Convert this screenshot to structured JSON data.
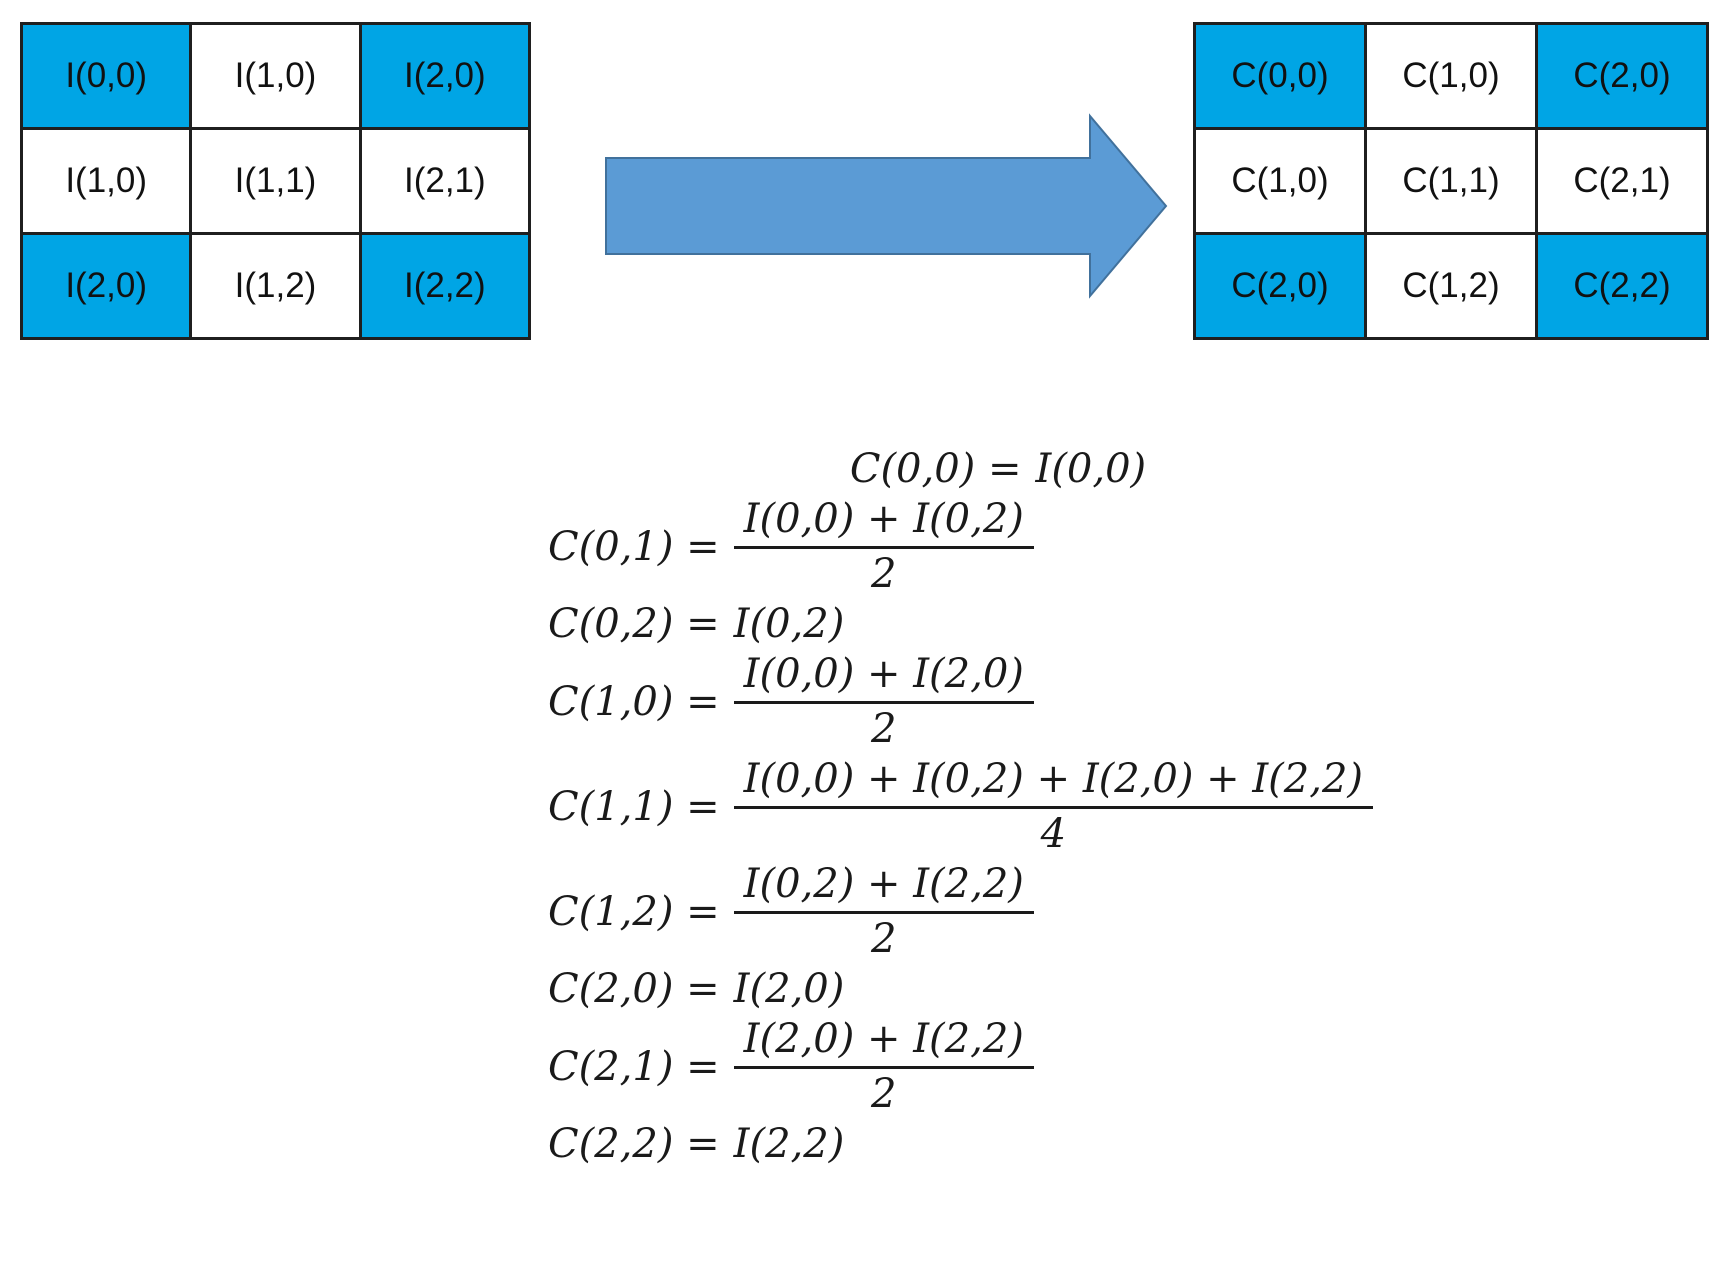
{
  "colors": {
    "highlight": "#00A5E5",
    "grid_border": "#1f1f1f",
    "text": "#1a1a1a"
  },
  "arrow": {
    "direction": "right",
    "fill": "#5B9BD5",
    "border": "#41719C"
  },
  "input_grid": {
    "cells": [
      {
        "label": "I(0,0)",
        "highlight": true
      },
      {
        "label": "I(1,0)",
        "highlight": false
      },
      {
        "label": "I(2,0)",
        "highlight": true
      },
      {
        "label": "I(1,0)",
        "highlight": false
      },
      {
        "label": "I(1,1)",
        "highlight": false
      },
      {
        "label": "I(2,1)",
        "highlight": false
      },
      {
        "label": "I(2,0)",
        "highlight": true
      },
      {
        "label": "I(1,2)",
        "highlight": false
      },
      {
        "label": "I(2,2)",
        "highlight": true
      }
    ]
  },
  "output_grid": {
    "cells": [
      {
        "label": "C(0,0)",
        "highlight": true
      },
      {
        "label": "C(1,0)",
        "highlight": false
      },
      {
        "label": "C(2,0)",
        "highlight": true
      },
      {
        "label": "C(1,0)",
        "highlight": false
      },
      {
        "label": "C(1,1)",
        "highlight": false
      },
      {
        "label": "C(2,1)",
        "highlight": false
      },
      {
        "label": "C(2,0)",
        "highlight": true
      },
      {
        "label": "C(1,2)",
        "highlight": false
      },
      {
        "label": "C(2,2)",
        "highlight": true
      }
    ]
  },
  "equations": [
    {
      "lhs": "C(0,0) =",
      "type": "simple",
      "rhs": "I(0,0)",
      "align": "center"
    },
    {
      "lhs": "C(0,1) =",
      "type": "fraction",
      "numerator": "I(0,0) + I(0,2)",
      "denominator": "2"
    },
    {
      "lhs": "C(0,2) =",
      "type": "simple",
      "rhs": "I(0,2)"
    },
    {
      "lhs": "C(1,0) =",
      "type": "fraction",
      "numerator": "I(0,0) + I(2,0)",
      "denominator": "2"
    },
    {
      "lhs": "C(1,1) =",
      "type": "fraction",
      "numerator": "I(0,0) + I(0,2) + I(2,0) + I(2,2)",
      "denominator": "4"
    },
    {
      "lhs": "C(1,2) =",
      "type": "fraction",
      "numerator": "I(0,2) + I(2,2)",
      "denominator": "2"
    },
    {
      "lhs": "C(2,0) =",
      "type": "simple",
      "rhs": "I(2,0)"
    },
    {
      "lhs": "C(2,1) =",
      "type": "fraction",
      "numerator": "I(2,0) + I(2,2)",
      "denominator": "2"
    },
    {
      "lhs": "C(2,2) =",
      "type": "simple",
      "rhs": "I(2,2)"
    }
  ]
}
